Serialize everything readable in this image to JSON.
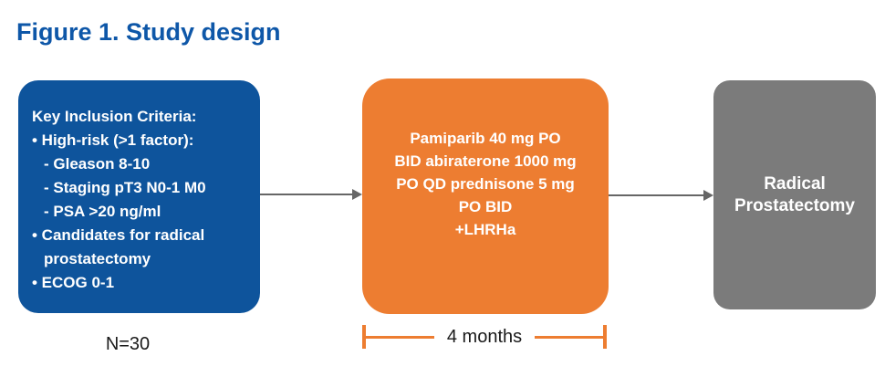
{
  "title": "Figure 1. Study design",
  "colors": {
    "title_blue": "#0e57a8",
    "box_blue": "#0e549c",
    "box_orange": "#ed7d31",
    "box_gray": "#7b7b7b",
    "arrow_gray": "#666666",
    "text_white": "#ffffff",
    "text_black": "#1a1a1a"
  },
  "inclusion_box": {
    "heading": "Key Inclusion Criteria:",
    "lines": [
      {
        "text": "• High-risk (>1 factor):",
        "indent": 0
      },
      {
        "text": "- Gleason 8-10",
        "indent": 1
      },
      {
        "text": "- Staging pT3 N0-1 M0",
        "indent": 1
      },
      {
        "text": "- PSA >20 ng/ml",
        "indent": 1
      },
      {
        "text": "• Candidates for radical",
        "indent": 0
      },
      {
        "text": "prostatectomy",
        "indent": 1
      },
      {
        "text": "• ECOG 0-1",
        "indent": 0
      }
    ],
    "n_label": "N=30"
  },
  "treatment_box": {
    "lines": [
      "Pamiparib 40 mg PO",
      "BID abiraterone 1000 mg",
      "PO QD prednisone 5 mg",
      "PO BID",
      "+LHRHa"
    ],
    "duration_label": "4 months"
  },
  "outcome_box": {
    "lines": [
      "Radical",
      "Prostatectomy"
    ]
  }
}
